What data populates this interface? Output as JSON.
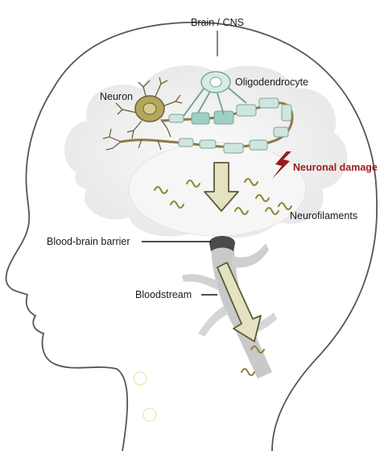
{
  "labels": {
    "brain_cns": "Brain / CNS",
    "oligodendrocyte": "Oligodendrocyte",
    "neuron": "Neuron",
    "neuronal_damage": "Neuronal damage",
    "neurofilaments": "Neurofilaments",
    "blood_brain_barrier": "Blood-brain barrier",
    "bloodstream": "Bloodstream"
  },
  "colors": {
    "damage": "#9b1c1c",
    "axon": "#8d7a45",
    "myelin": "#cfe6df",
    "filament": "#8f8434",
    "arrow_fill": "#e5e2c2",
    "arrow_stroke": "#5d5a3a",
    "head_outline": "#555555",
    "vessel": "#c9c9c9"
  },
  "icons": {
    "neuron": "neuron-icon",
    "oligodendrocyte": "oligodendrocyte-icon",
    "damage": "lightning-icon",
    "filament": "squiggle-icon"
  }
}
